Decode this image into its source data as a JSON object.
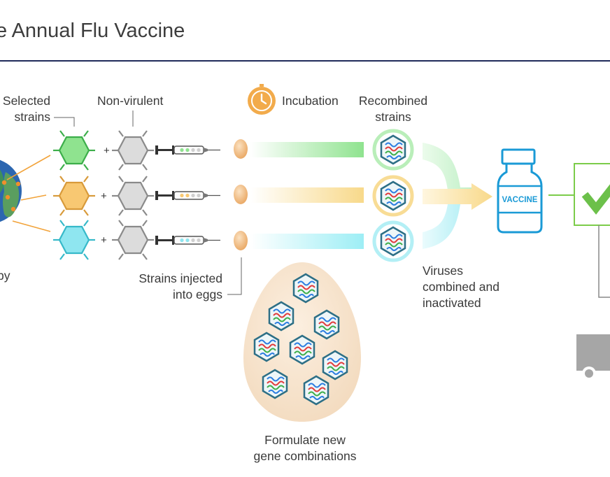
{
  "title": "e Annual Flu Vaccine",
  "labels": {
    "selected_strains": [
      "Selected",
      "strains"
    ],
    "non_virulent": "Non-virulent",
    "incubation": "Incubation",
    "recombined_strains": [
      "Recombined",
      "strains"
    ],
    "strains_injected": [
      "Strains injected",
      "into eggs"
    ],
    "viruses_combined": [
      "Viruses",
      "combined and",
      "inactivated"
    ],
    "formulate": [
      "Formulate new",
      "gene combinations"
    ],
    "vaccine_bottle": "VACCINE",
    "partial_left": "py"
  },
  "colors": {
    "green": "#8fe38f",
    "orange": "#f8c872",
    "cyan": "#8fe6f0",
    "grey_hex": "#d9d9d9",
    "egg": "#f1c38e",
    "vaccine_blue": "#1a9ad6",
    "check_green": "#6cc04a",
    "rule_navy": "#1f2b5a",
    "truck_grey": "#a6a6a6"
  },
  "icons": [
    "globe-icon",
    "clock-icon",
    "syringe-icon",
    "egg-icon",
    "virus-icon",
    "vaccine-vial-icon",
    "checkmark-icon",
    "truck-icon"
  ]
}
